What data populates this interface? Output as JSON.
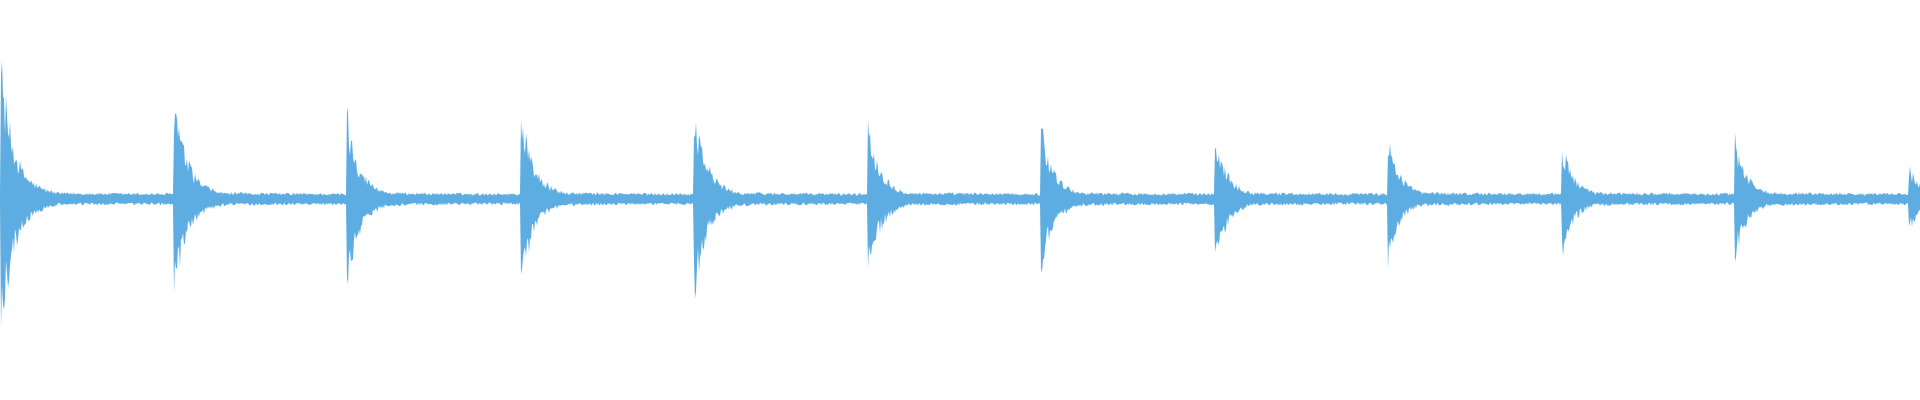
{
  "waveform": {
    "color": "#5dade2",
    "background": "#ffffff",
    "beat_count": 12,
    "decay": "exponential",
    "peak_levels": [
      0.66,
      0.52,
      0.41,
      0.44,
      0.46,
      0.39,
      0.36,
      0.33,
      0.3,
      0.28,
      0.29,
      0.16
    ],
    "tail_level": 0.03,
    "last_beat_cut_off": true
  }
}
